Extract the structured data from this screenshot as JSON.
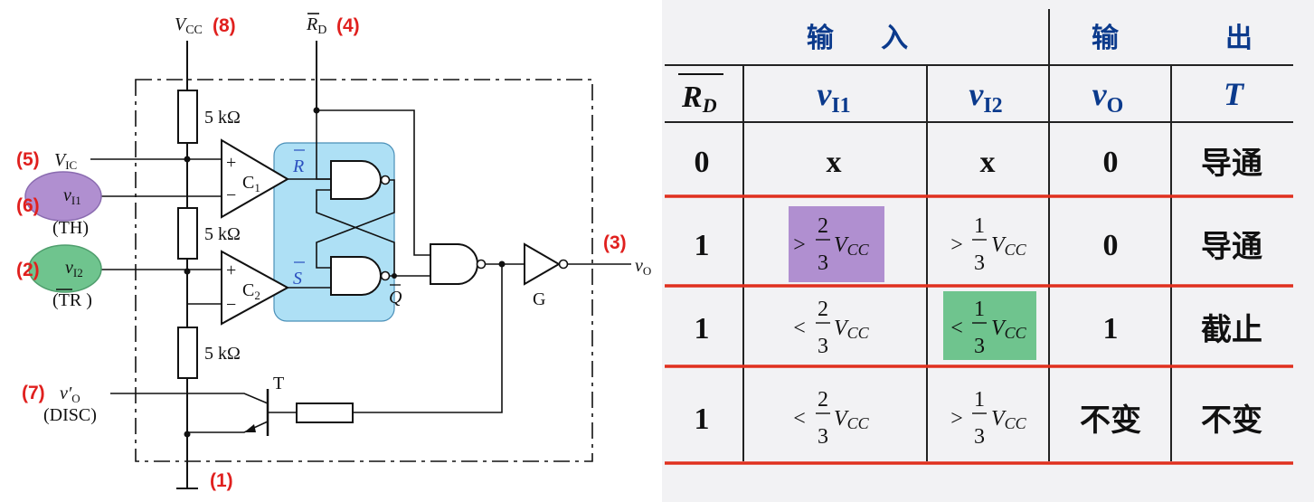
{
  "circuit": {
    "pins": {
      "vcc": {
        "label": "V",
        "sub": "CC",
        "num": "(8)"
      },
      "rd": {
        "label": "R",
        "sub": "D",
        "num": "(4)"
      },
      "vic": {
        "label": "V",
        "sub": "IC",
        "num": "(5)"
      },
      "vi1": {
        "label": "v",
        "sub": "I1",
        "num": "(6)",
        "alias": "(TH)"
      },
      "vi2": {
        "label": "v",
        "sub": "I2",
        "num": "(2)",
        "alias": "(TR )"
      },
      "vo": {
        "label": "v",
        "sub": "O",
        "num": "(3)"
      },
      "disc": {
        "label": "v′",
        "sub": "O",
        "num": "(7)",
        "alias": "(DISC)"
      },
      "gnd": {
        "num": "(1)"
      }
    },
    "resistors": [
      "5 kΩ",
      "5 kΩ",
      "5 kΩ"
    ],
    "comparators": {
      "c1": "C",
      "c1_sub": "1",
      "c2": "C",
      "c2_sub": "2",
      "plus": "+",
      "minus": "−"
    },
    "latch": {
      "r": "R",
      "s": "S",
      "q": "Q"
    },
    "inverter": "G",
    "transistor": "T",
    "highlight_colors": {
      "vi1": "#b08fd0",
      "vi2": "#6fc48e",
      "latch": "#aee0f5"
    }
  },
  "truth_table": {
    "group_headers": {
      "input": "输     入",
      "output_left": "输",
      "output_right": "出"
    },
    "columns": [
      {
        "main": "R",
        "sub": "D",
        "overline": true
      },
      {
        "main": "v",
        "sub": "I1"
      },
      {
        "main": "v",
        "sub": "I2"
      },
      {
        "main": "v",
        "sub": "O"
      },
      {
        "main": "T"
      }
    ],
    "rows": [
      {
        "rd": "0",
        "vi1": "x",
        "vi2": "x",
        "vo": "0",
        "t": "导通"
      },
      {
        "rd": "1",
        "vi1": {
          "op": ">",
          "num": "2",
          "den": "3",
          "v": "V",
          "sub": "CC",
          "highlight": "#b08fd0"
        },
        "vi2": {
          "op": ">",
          "num": "1",
          "den": "3",
          "v": "V",
          "sub": "CC"
        },
        "vo": "0",
        "t": "导通"
      },
      {
        "rd": "1",
        "vi1": {
          "op": "<",
          "num": "2",
          "den": "3",
          "v": "V",
          "sub": "CC"
        },
        "vi2": {
          "op": "<",
          "num": "1",
          "den": "3",
          "v": "V",
          "sub": "CC",
          "highlight": "#6fc48e"
        },
        "vo": "1",
        "t": "截止"
      },
      {
        "rd": "1",
        "vi1": {
          "op": "<",
          "num": "2",
          "den": "3",
          "v": "V",
          "sub": "CC"
        },
        "vi2": {
          "op": ">",
          "num": "1",
          "den": "3",
          "v": "V",
          "sub": "CC"
        },
        "vo": "不变",
        "t": "不变"
      }
    ],
    "colors": {
      "header_text": "#0b3a8c",
      "row_rule": "#e0301e",
      "grid": "#222222"
    }
  }
}
